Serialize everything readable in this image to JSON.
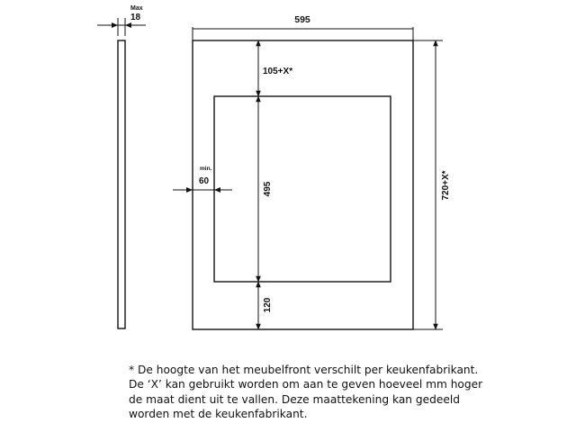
{
  "dimensions": {
    "max_label": "Max",
    "panel_thickness": "18",
    "width": "595",
    "top_gap": "105+X*",
    "min_label": "min.",
    "side_gap": "60",
    "cutout_height": "495",
    "bottom_gap": "120",
    "total_height": "720+X*"
  },
  "note": {
    "lines": [
      "* De hoogte van het meubelfront verschilt per keukenfabrikant.",
      "De ‘X’ kan gebruikt worden om aan te geven hoeveel mm hoger",
      "de maat dient uit te vallen. Deze maattekening kan gedeeld",
      "worden met de keukenfabrikant."
    ]
  },
  "colors": {
    "line": "#111111",
    "background": "#ffffff"
  }
}
